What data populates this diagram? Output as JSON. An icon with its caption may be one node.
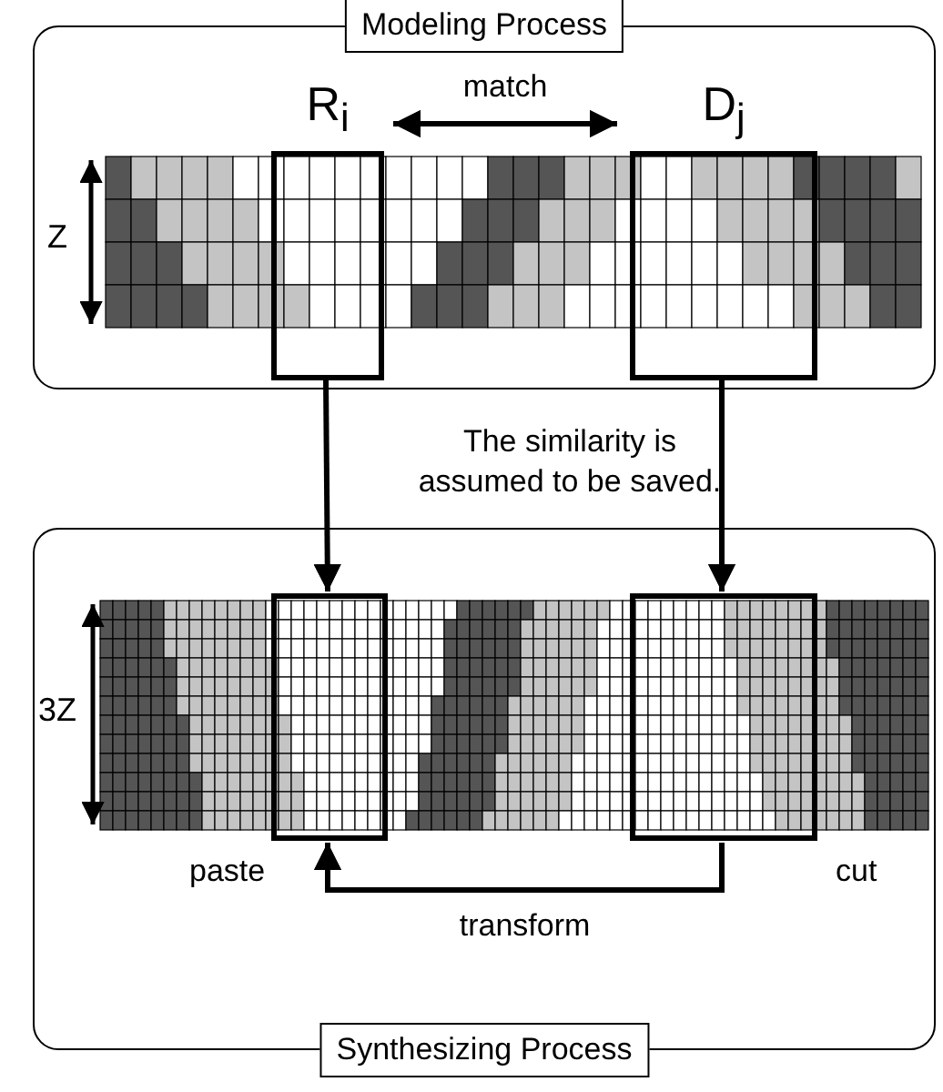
{
  "diagram": {
    "nodes": [
      {
        "text": [
          "Modeling Process"
        ]
      },
      {
        "text": [
          "R$_{i}$"
        ],
        "in": 0
      },
      {
        "text": [
          "D$_{j}$"
        ],
        "in": 0
      },
      {
        "text": [
          "Synthesizing Process"
        ]
      },
      {
        "text": [],
        "shape": "box",
        "in": 3,
        "beside": [
          "paste"
        ]
      },
      {
        "text": [],
        "shape": "box",
        "in": 3,
        "beside": [
          "cut"
        ]
      }
    ],
    "edges": [
      {
        "from": 1,
        "to": 2,
        "arrow": "both",
        "label": "match"
      },
      {
        "from": 1,
        "to": 4,
        "arrow": "to"
      },
      {
        "from": 2,
        "to": 5,
        "arrow": "to"
      },
      {
        "from": 5,
        "to": 4,
        "arrow": "to",
        "label": "transform"
      }
    ],
    "labels": [
      "Z",
      "The similarity is assumed to be saved.",
      "3Z"
    ]
  }
}
